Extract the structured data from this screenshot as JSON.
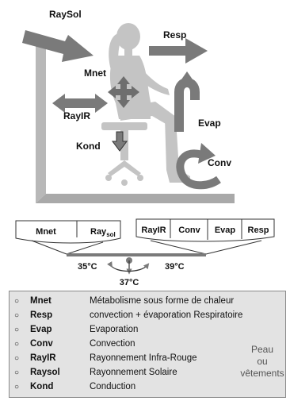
{
  "diagram": {
    "labels": {
      "raysol": "RaySol",
      "resp": "Resp",
      "mnet": "Mnet",
      "rayir": "RayIR",
      "evap": "Evap",
      "kond": "Kond",
      "conv": "Conv"
    },
    "balance": {
      "left": {
        "mnet": "Mnet",
        "ray_main": "Ray",
        "ray_sub": "sol"
      },
      "right": [
        "RayIR",
        "Conv",
        "Evap",
        "Resp"
      ],
      "temps": {
        "low": "35°C",
        "mid": "37°C",
        "high": "39°C"
      }
    },
    "colors": {
      "arrow": "#7a7a7a",
      "figure": "#c4c4c4",
      "wall": "#b8b8b8",
      "legend_bg": "#e3e3e3"
    },
    "icons": [
      "four-way-arrow-icon",
      "down-arrow-icon",
      "curved-arrow-icon",
      "bullet-circle-icon"
    ]
  },
  "legend": {
    "items": [
      {
        "code": "Mnet",
        "desc": "Métabolisme sous forme de chaleur"
      },
      {
        "code": "Resp",
        "desc": "convection + évaporation Respiratoire"
      },
      {
        "code": "Evap",
        "desc": "Evaporation"
      },
      {
        "code": "Conv",
        "desc": "Convection"
      },
      {
        "code": "RayIR",
        "desc": "Rayonnement  Infra-Rouge"
      },
      {
        "code": "Raysol",
        "desc": "Rayonnement  Solaire"
      },
      {
        "code": "Kond",
        "desc": "Conduction"
      }
    ],
    "bracket": {
      "line1": "Peau",
      "line2": "ou",
      "line3": "vêtements"
    }
  }
}
